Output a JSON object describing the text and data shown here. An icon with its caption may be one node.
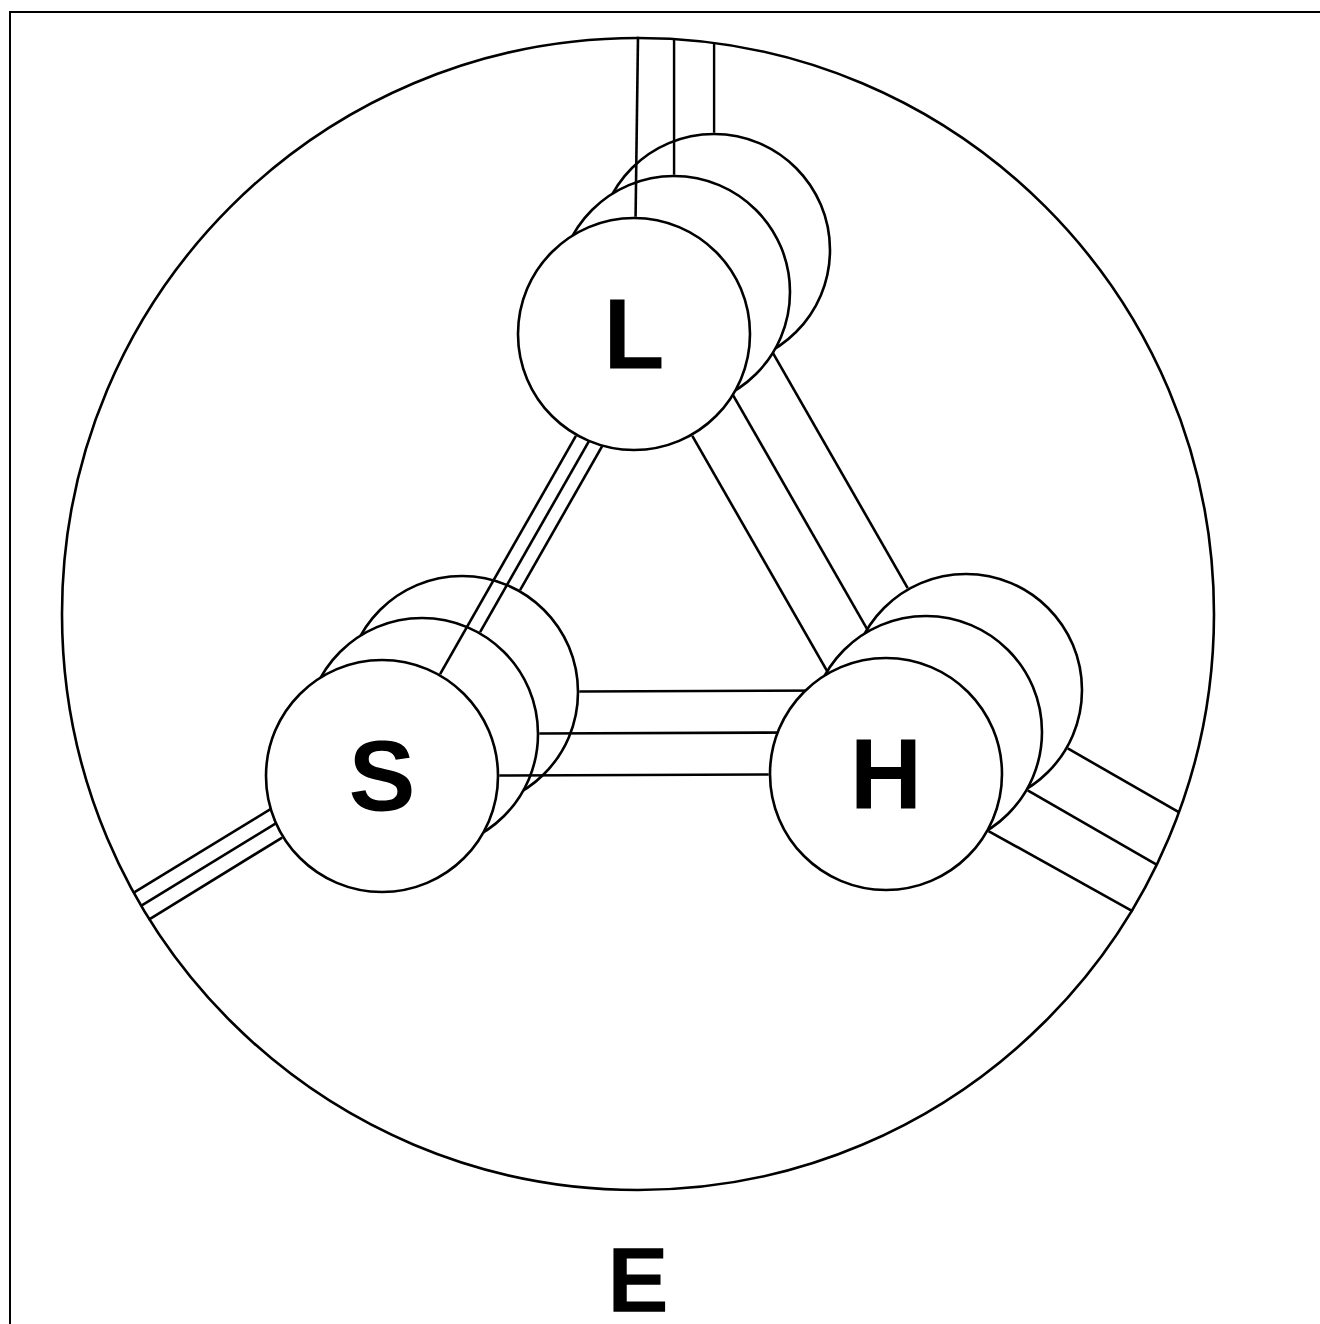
{
  "diagram": {
    "nodes": [
      {
        "text": [
          "E"
        ]
      },
      {
        "text": [
          "L"
        ],
        "in": 0
      },
      {
        "text": [
          "S"
        ],
        "in": 0
      },
      {
        "text": [
          "H"
        ],
        "in": 0
      }
    ],
    "edges": [
      {
        "from": 1,
        "to": 2,
        "arrow": "none"
      },
      {
        "from": 1,
        "to": 3,
        "arrow": "none"
      },
      {
        "from": 2,
        "to": 3,
        "arrow": "none"
      },
      {
        "from": 1,
        "to": 0,
        "arrow": "none"
      },
      {
        "from": 2,
        "to": 0,
        "arrow": "none"
      },
      {
        "from": 3,
        "to": 0,
        "arrow": "none"
      },
      {
        "from": 1,
        "to": 2,
        "arrow": "none"
      },
      {
        "from": 1,
        "to": 3,
        "arrow": "none"
      },
      {
        "from": 2,
        "to": 3,
        "arrow": "none"
      },
      {
        "from": 1,
        "to": 0,
        "arrow": "none"
      },
      {
        "from": 2,
        "to": 0,
        "arrow": "none"
      },
      {
        "from": 3,
        "to": 0,
        "arrow": "none"
      },
      {
        "from": 1,
        "to": 2,
        "arrow": "none"
      },
      {
        "from": 1,
        "to": 3,
        "arrow": "none"
      },
      {
        "from": 2,
        "to": 3,
        "arrow": "none"
      },
      {
        "from": 1,
        "to": 0,
        "arrow": "none"
      },
      {
        "from": 2,
        "to": 0,
        "arrow": "none"
      },
      {
        "from": 3,
        "to": 0,
        "arrow": "none"
      }
    ]
  }
}
